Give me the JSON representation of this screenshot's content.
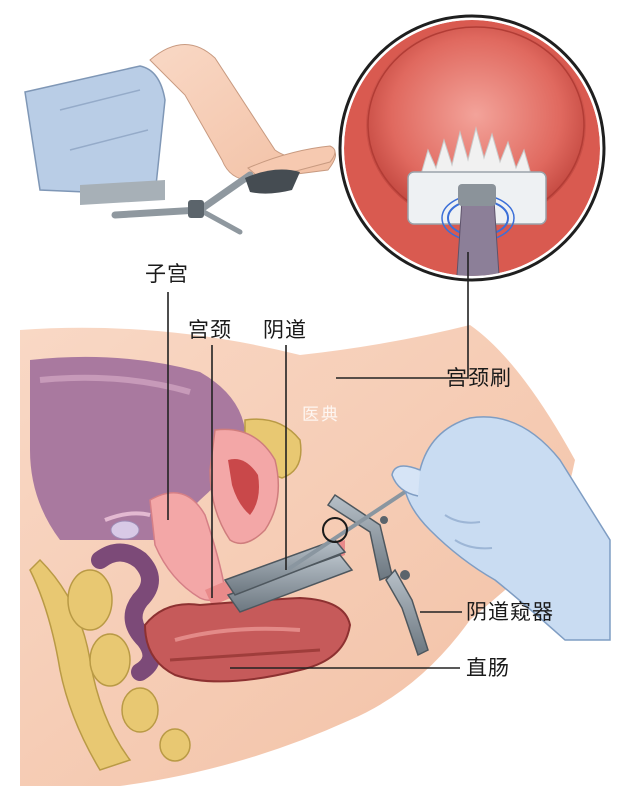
{
  "labels": {
    "uterus": "子宫",
    "cervix": "宫颈",
    "vagina": "阴道",
    "cervical_brush": "宫颈刷",
    "speculum": "阴道窥器",
    "rectum": "直肠"
  },
  "watermark": "医典",
  "colors": {
    "skin": "#f7cdb6",
    "tissue_pink": "#f3a7a7",
    "uterus_purple": "#9a6a95",
    "bone": "#e8c872",
    "rectum": "#c65a5a",
    "glove": "#c9dcf2",
    "metal": "#8a96a0",
    "leader_line": "#222222"
  }
}
